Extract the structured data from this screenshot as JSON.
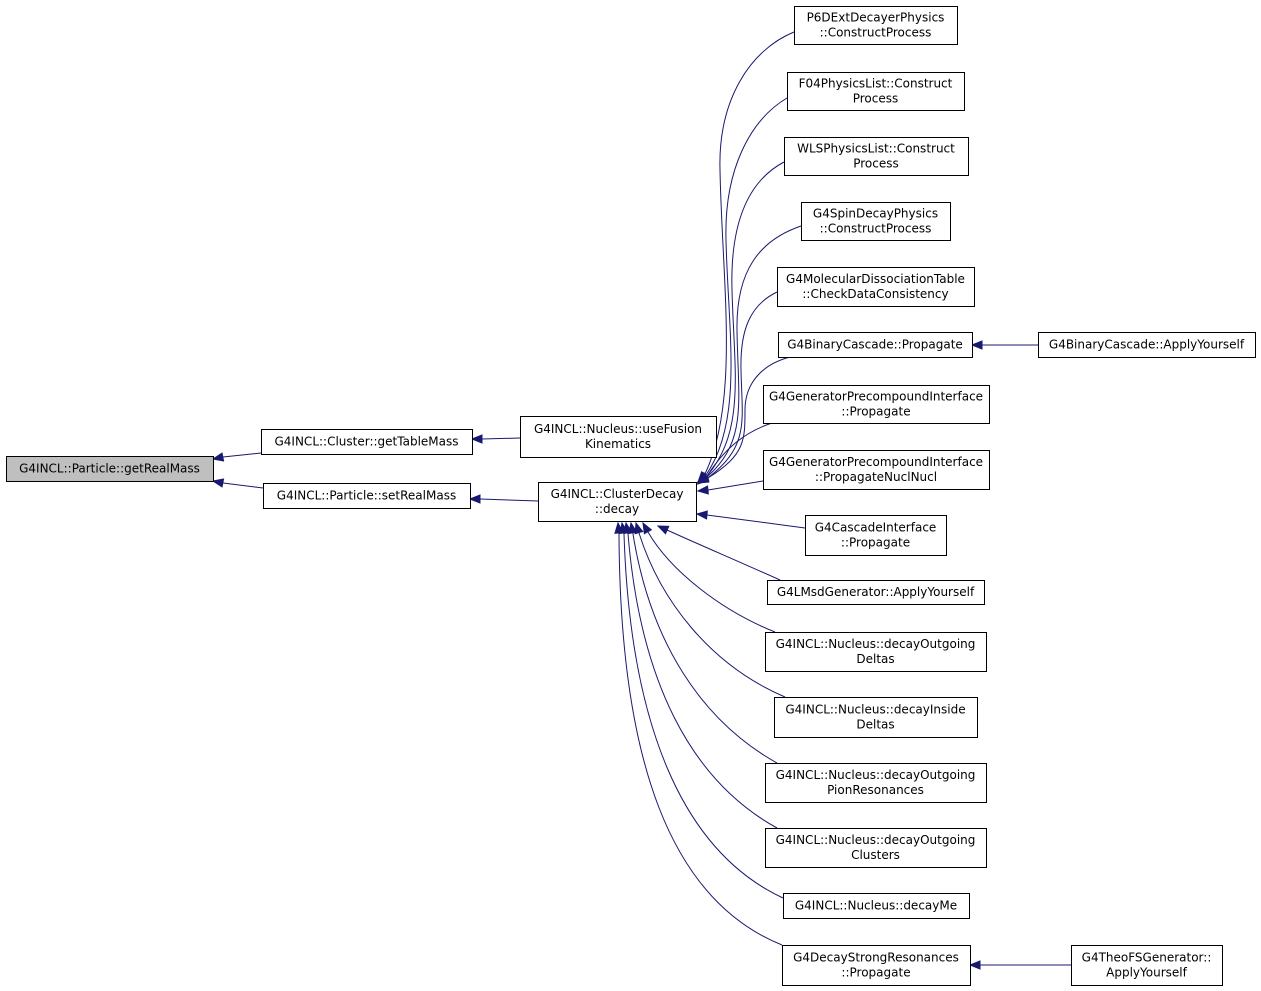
{
  "nodes": [
    {
      "id": "root",
      "lines": [
        "G4INCL::Particle::getRealMass"
      ]
    },
    {
      "id": "getTableMass",
      "lines": [
        "G4INCL::Cluster::getTableMass"
      ]
    },
    {
      "id": "setRealMass",
      "lines": [
        "G4INCL::Particle::setRealMass"
      ]
    },
    {
      "id": "useFusion",
      "lines": [
        "G4INCL::Nucleus::useFusion",
        "Kinematics"
      ]
    },
    {
      "id": "clusterDecay",
      "lines": [
        "G4INCL::ClusterDecay",
        "::decay"
      ]
    },
    {
      "id": "p6d",
      "lines": [
        "P6DExtDecayerPhysics",
        "::ConstructProcess"
      ]
    },
    {
      "id": "f04",
      "lines": [
        "F04PhysicsList::Construct",
        "Process"
      ]
    },
    {
      "id": "wls",
      "lines": [
        "WLSPhysicsList::Construct",
        "Process"
      ]
    },
    {
      "id": "spin",
      "lines": [
        "G4SpinDecayPhysics",
        "::ConstructProcess"
      ]
    },
    {
      "id": "molec",
      "lines": [
        "G4MolecularDissociationTable",
        "::CheckDataConsistency"
      ]
    },
    {
      "id": "binProp",
      "lines": [
        "G4BinaryCascade::Propagate"
      ]
    },
    {
      "id": "binApply",
      "lines": [
        "G4BinaryCascade::ApplyYourself"
      ]
    },
    {
      "id": "genProp",
      "lines": [
        "G4GeneratorPrecompoundInterface",
        "::Propagate"
      ]
    },
    {
      "id": "genPropNucl",
      "lines": [
        "G4GeneratorPrecompoundInterface",
        "::PropagateNuclNucl"
      ]
    },
    {
      "id": "cascade",
      "lines": [
        "G4CascadeInterface",
        "::Propagate"
      ]
    },
    {
      "id": "lmsd",
      "lines": [
        "G4LMsdGenerator::ApplyYourself"
      ]
    },
    {
      "id": "outDeltas",
      "lines": [
        "G4INCL::Nucleus::decayOutgoing",
        "Deltas"
      ]
    },
    {
      "id": "inDeltas",
      "lines": [
        "G4INCL::Nucleus::decayInside",
        "Deltas"
      ]
    },
    {
      "id": "outPion",
      "lines": [
        "G4INCL::Nucleus::decayOutgoing",
        "PionResonances"
      ]
    },
    {
      "id": "outClusters",
      "lines": [
        "G4INCL::Nucleus::decayOutgoing",
        "Clusters"
      ]
    },
    {
      "id": "decayMe",
      "lines": [
        "G4INCL::Nucleus::decayMe"
      ]
    },
    {
      "id": "strong",
      "lines": [
        "G4DecayStrongResonances",
        "::Propagate"
      ]
    },
    {
      "id": "theo",
      "lines": [
        "G4TheoFSGenerator::",
        "ApplyYourself"
      ]
    }
  ],
  "edges": [
    {
      "from": "getTableMass",
      "to": "root"
    },
    {
      "from": "setRealMass",
      "to": "root"
    },
    {
      "from": "useFusion",
      "to": "getTableMass"
    },
    {
      "from": "clusterDecay",
      "to": "setRealMass"
    },
    {
      "from": "p6d",
      "to": "clusterDecay"
    },
    {
      "from": "f04",
      "to": "clusterDecay"
    },
    {
      "from": "wls",
      "to": "clusterDecay"
    },
    {
      "from": "spin",
      "to": "clusterDecay"
    },
    {
      "from": "molec",
      "to": "clusterDecay"
    },
    {
      "from": "binProp",
      "to": "clusterDecay"
    },
    {
      "from": "genProp",
      "to": "clusterDecay"
    },
    {
      "from": "genPropNucl",
      "to": "clusterDecay"
    },
    {
      "from": "cascade",
      "to": "clusterDecay"
    },
    {
      "from": "lmsd",
      "to": "clusterDecay"
    },
    {
      "from": "outDeltas",
      "to": "clusterDecay"
    },
    {
      "from": "inDeltas",
      "to": "clusterDecay"
    },
    {
      "from": "outPion",
      "to": "clusterDecay"
    },
    {
      "from": "outClusters",
      "to": "clusterDecay"
    },
    {
      "from": "decayMe",
      "to": "clusterDecay"
    },
    {
      "from": "strong",
      "to": "clusterDecay"
    },
    {
      "from": "binApply",
      "to": "binProp"
    },
    {
      "from": "theo",
      "to": "strong"
    }
  ]
}
